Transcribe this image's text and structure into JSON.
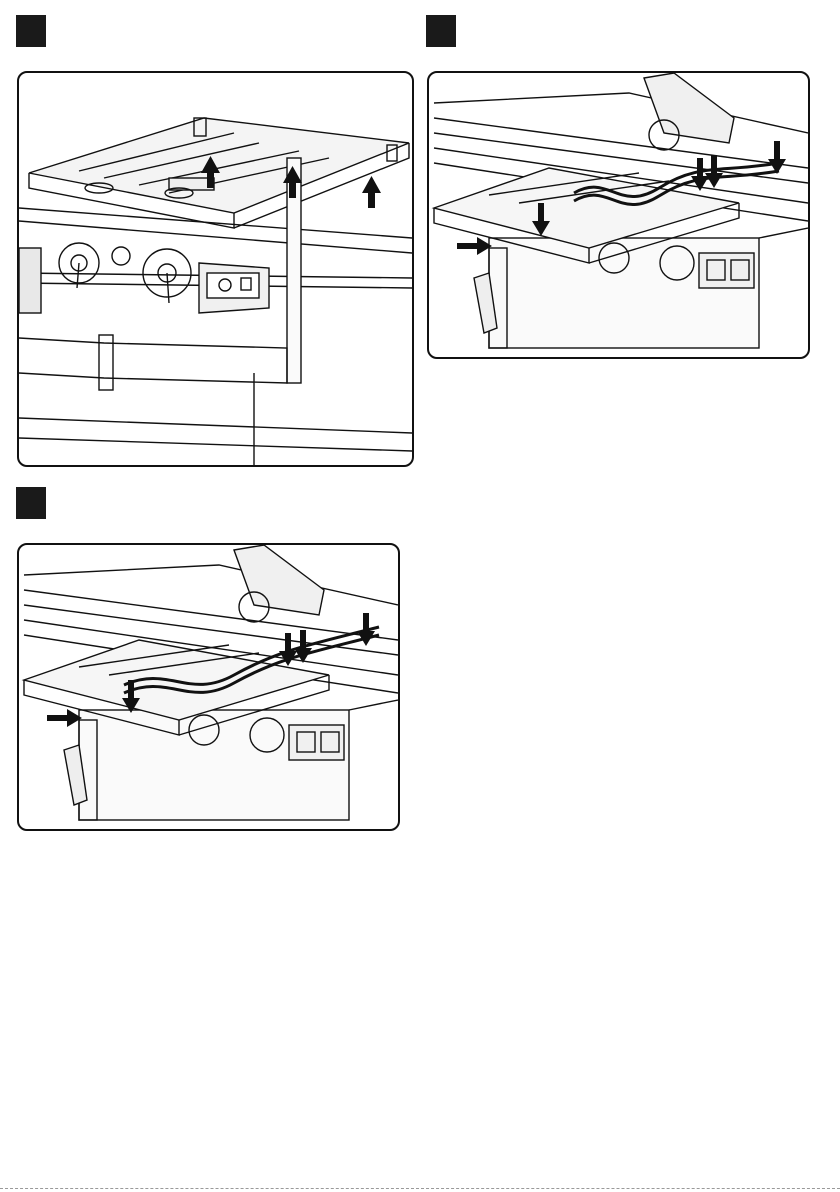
{
  "figures": [
    {
      "id": "fig-a",
      "step_label": ""
    },
    {
      "id": "fig-b",
      "step_label": ""
    },
    {
      "id": "fig-c",
      "step_label": ""
    }
  ],
  "colors": {
    "ink": "#111111",
    "badge": "#1a1a1a",
    "paper": "#ffffff"
  },
  "icons": [
    "arrow-up-icon",
    "arrow-down-icon",
    "arrow-right-icon",
    "handwheel-icon",
    "control-panel-icon",
    "saw-blade-icon"
  ]
}
